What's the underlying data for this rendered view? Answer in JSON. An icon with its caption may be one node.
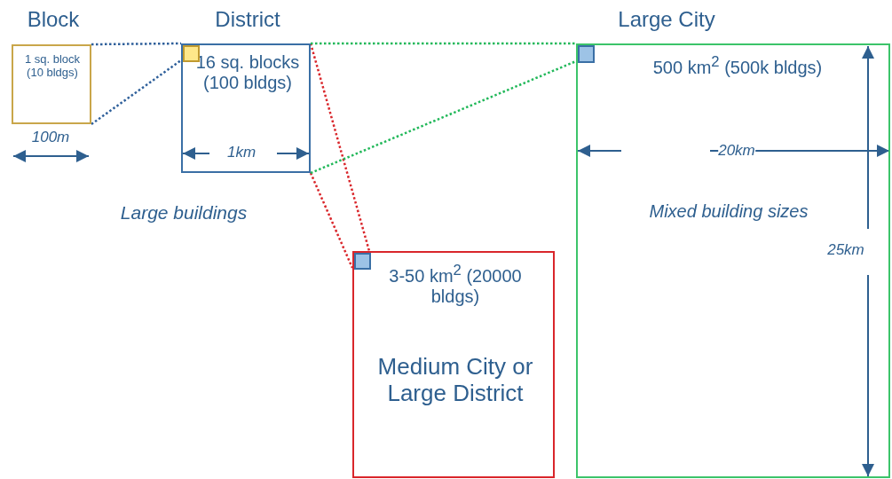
{
  "diagram": {
    "nodes": [
      {
        "text": [
          "Block",
          "1 sq. block (10 bldgs)"
        ]
      },
      {
        "text": [
          "District",
          "16 sq. blocks (100 bldgs)"
        ]
      },
      {
        "text": [],
        "shape": "box",
        "in": 1
      },
      {
        "text": [
          "3-50 km$^{2}$ (20000 bldgs)",
          "Medium City or Large District"
        ]
      },
      {
        "text": [],
        "shape": "box",
        "in": 3
      },
      {
        "text": [
          "Large City",
          "500 km$^{2}$ (500k bldgs)",
          "Mixed building sizes"
        ]
      },
      {
        "text": [],
        "shape": "box",
        "in": 5
      }
    ],
    "edges": [
      {
        "from": 0,
        "to": 2,
        "arrow": "none",
        "style": "dashed",
        "color": "#2e5f9a"
      },
      {
        "from": 0,
        "to": 2,
        "arrow": "none",
        "style": "dashed",
        "color": "#2e5f9a"
      },
      {
        "from": 1,
        "to": 4,
        "arrow": "none",
        "style": "dashed",
        "color": "#d9262b"
      },
      {
        "from": 1,
        "to": 4,
        "arrow": "none",
        "style": "dashed",
        "color": "#d9262b"
      },
      {
        "from": 1,
        "to": 6,
        "arrow": "none",
        "style": "dashed",
        "color": "#22b85a"
      },
      {
        "from": 1,
        "to": 6,
        "arrow": "none",
        "style": "dashed",
        "color": "#22b85a"
      }
    ],
    "labels": [
      "100m",
      "1km",
      "Large buildings",
      "20km",
      "25km"
    ]
  }
}
